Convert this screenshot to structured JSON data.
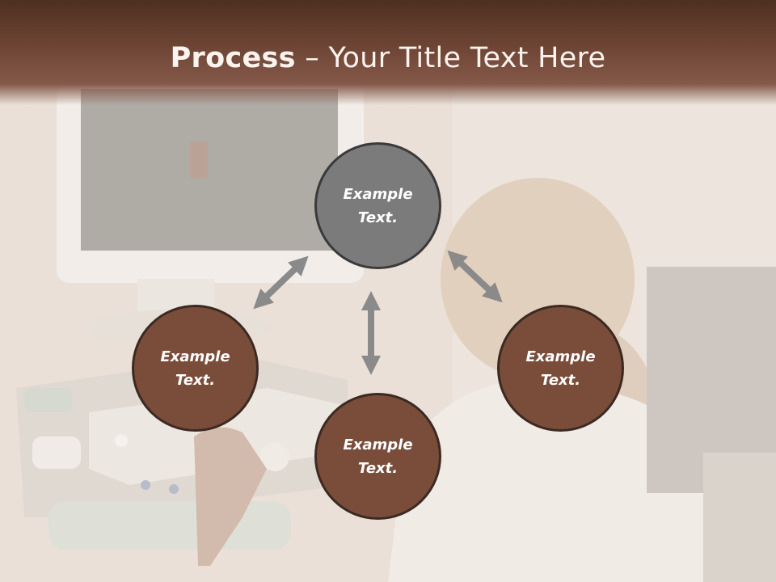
{
  "slide": {
    "title_bold": "Process",
    "title_rest": " – Your Title Text Here"
  },
  "nodes": {
    "top": "Example\nText.",
    "left": "Example\nText.",
    "right": "Example\nText.",
    "bottom": "Example\nText."
  },
  "colors": {
    "title_band": "#6e4535",
    "circle_brown": "#7a4d3b",
    "circle_gray": "#7b7b7b",
    "arrow_gray": "#8a8a8a"
  }
}
